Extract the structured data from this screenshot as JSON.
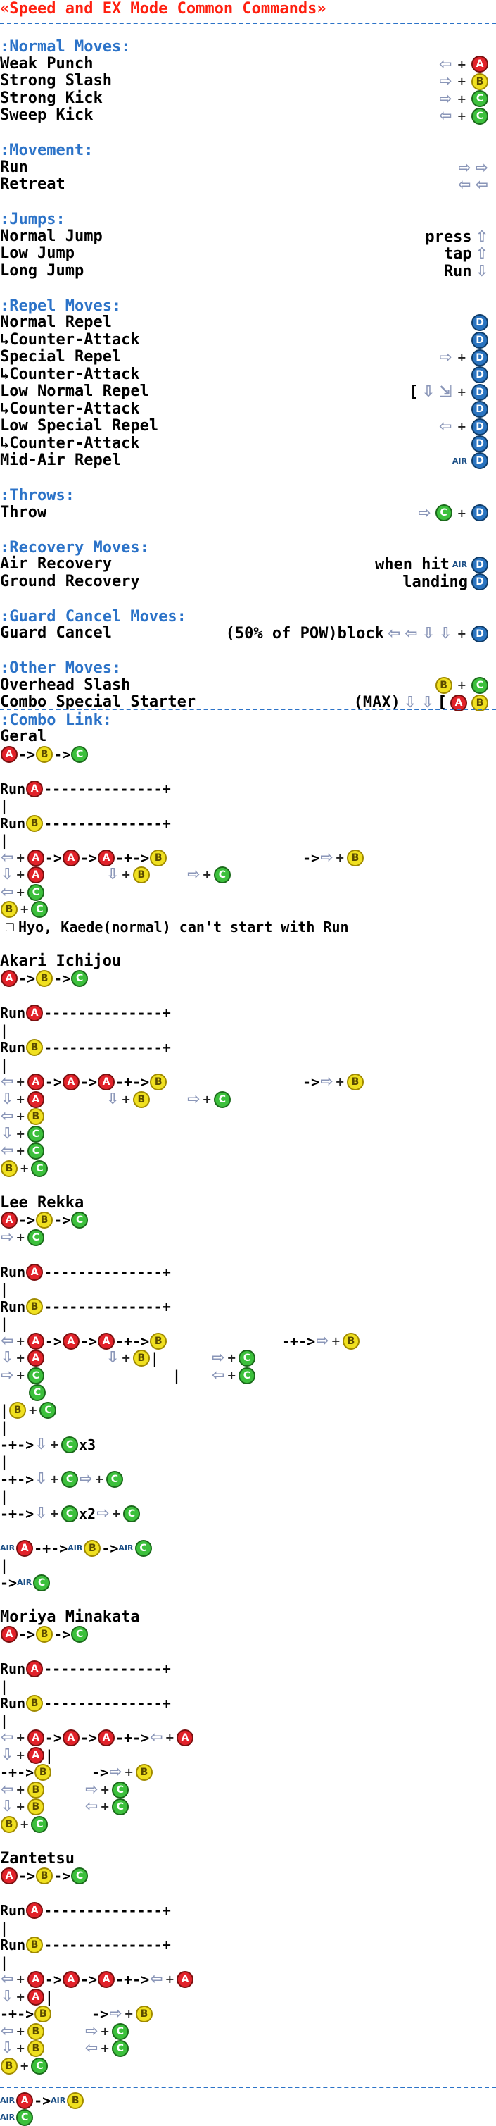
{
  "title": "«Speed and EX Mode Common Commands»",
  "sections": {
    "normal": ":Normal Moves:",
    "movement": ":Movement:",
    "jumps": ":Jumps:",
    "repel": ":Repel Moves:",
    "throws": ":Throws:",
    "recovery": ":Recovery Moves:",
    "guard": ":Guard Cancel Moves:",
    "other": ":Other Moves:",
    "combo": ":Combo Link:"
  },
  "normal": [
    "Weak Punch",
    "Strong Slash",
    "Strong Kick",
    "Sweep Kick"
  ],
  "movement": [
    "Run",
    "Retreat"
  ],
  "jumps": [
    "Normal Jump",
    "Low Jump",
    "Long Jump"
  ],
  "jump_cmds": [
    "press",
    "tap",
    "Run"
  ],
  "repel": [
    "Normal Repel",
    "↳Counter-Attack",
    "Special Repel",
    "↳Counter-Attack",
    "Low Normal Repel",
    "↳Counter-Attack",
    "Low Special Repel",
    "↳Counter-Attack",
    "Mid-Air Repel"
  ],
  "bracket": "[",
  "throws": [
    "Throw"
  ],
  "recovery": [
    "Air Recovery",
    "Ground Recovery"
  ],
  "recovery_cmds": [
    "when hit",
    "landing"
  ],
  "guard": {
    "label": "Guard Cancel",
    "cond": "(50% of POW)block"
  },
  "other": [
    "Overhead Slash",
    "Combo Special Starter"
  ],
  "max": "(MAX)",
  "characters": [
    "Geral",
    "Akari Ichijou",
    "Lee Rekka",
    "Moriya Minakata",
    "Zantetsu"
  ],
  "arrowto": "->",
  "run": "Run",
  "runline": "--------------+",
  "pipe": "|",
  "plusline": "-+->",
  "geral_note": "Hyo, Kaede(normal) can't start with Run",
  "x3": "x3",
  "x2": "x2",
  "air": "AIR",
  "buttons": {
    "a": "A",
    "b": "B",
    "c": "C",
    "d": "D"
  }
}
